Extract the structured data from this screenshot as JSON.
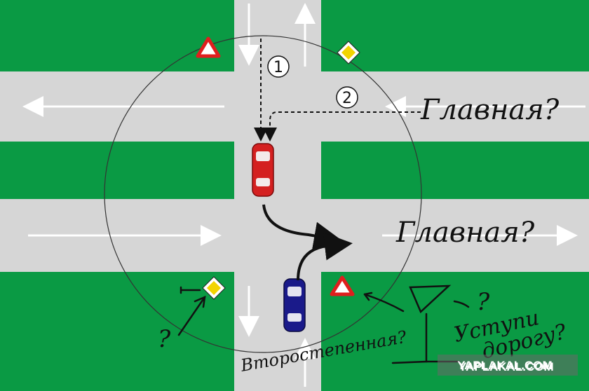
{
  "diagram": {
    "route_labels": [
      "1",
      "2"
    ],
    "annotations": {
      "top_right": "Главная?",
      "middle_right": "Главная?",
      "left_question": "?",
      "bottom_left": "Второстепенная?",
      "yield_question": "?",
      "bottom_right_line1": "Уступи",
      "bottom_right_line2": "дорогу?"
    },
    "watermark": {
      "main": "YAPLAKAL.COM",
      "shadow": "YAPLAKAL.COM"
    },
    "signs": [
      "yield-sign",
      "priority-road-sign",
      "priority-road-sign",
      "yield-sign"
    ],
    "cars": [
      {
        "name": "red-car",
        "color": "#d42020"
      },
      {
        "name": "blue-car",
        "color": "#1a1a8a"
      }
    ],
    "colors": {
      "grass": "#0a9a44",
      "road": "#d6d6d6",
      "marking": "#ffffff",
      "yield_border": "#e01e1e",
      "priority_fill": "#f2d400"
    }
  }
}
